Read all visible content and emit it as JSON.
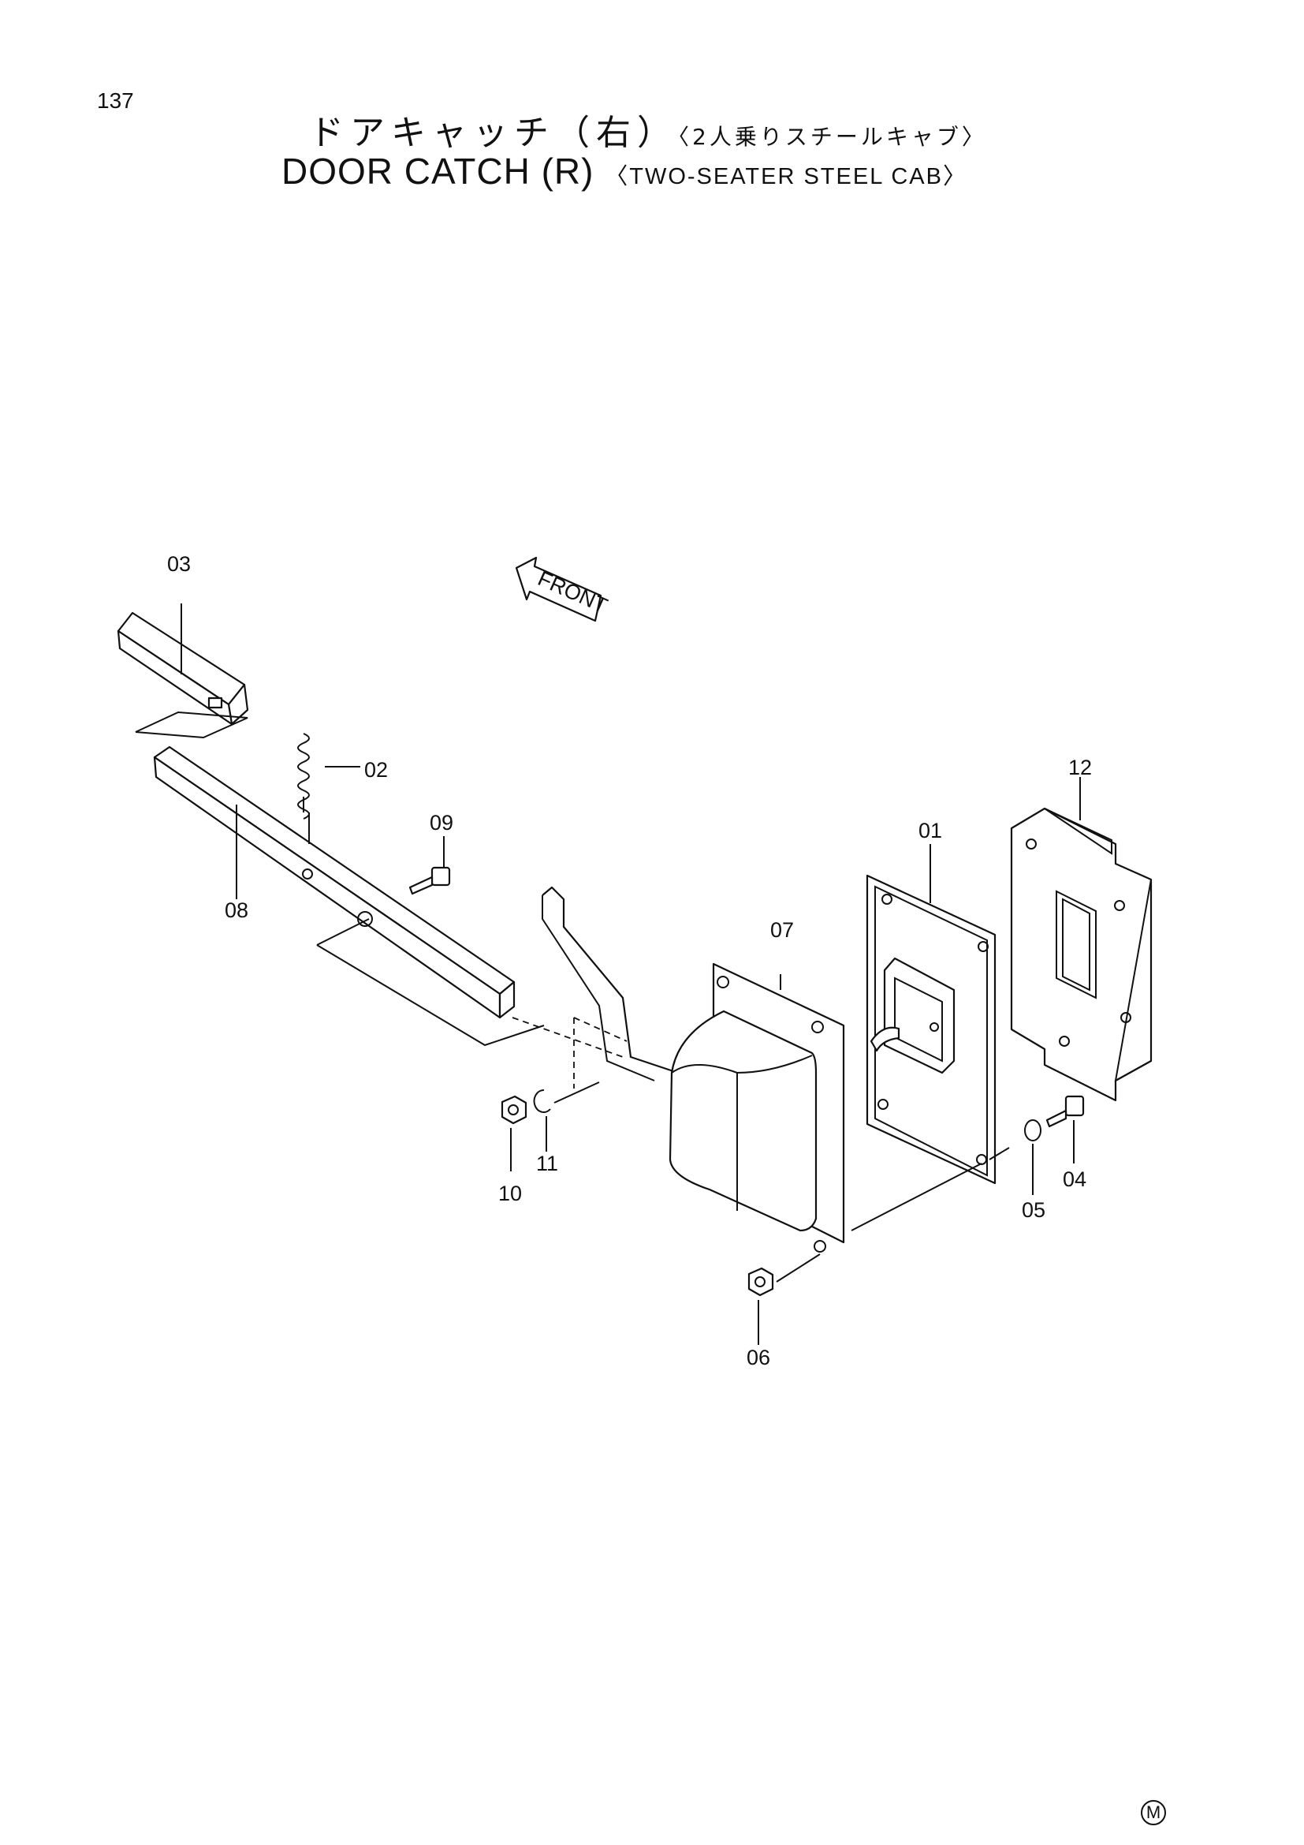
{
  "header": {
    "page_number": "137",
    "title_jp": "ドアキャッチ（右）",
    "title_jp_sub": "〈2人乗りスチールキャブ〉",
    "title_en": "DOOR CATCH (R)",
    "title_en_sub": "〈TWO-SEATER STEEL CAB〉"
  },
  "diagram": {
    "direction_label": "FRONT",
    "parts": [
      {
        "id": "01"
      },
      {
        "id": "02"
      },
      {
        "id": "03"
      },
      {
        "id": "04"
      },
      {
        "id": "05"
      },
      {
        "id": "06"
      },
      {
        "id": "07"
      },
      {
        "id": "08"
      },
      {
        "id": "09"
      },
      {
        "id": "10"
      },
      {
        "id": "11"
      },
      {
        "id": "12"
      }
    ]
  },
  "footer": {
    "mark": "M"
  }
}
